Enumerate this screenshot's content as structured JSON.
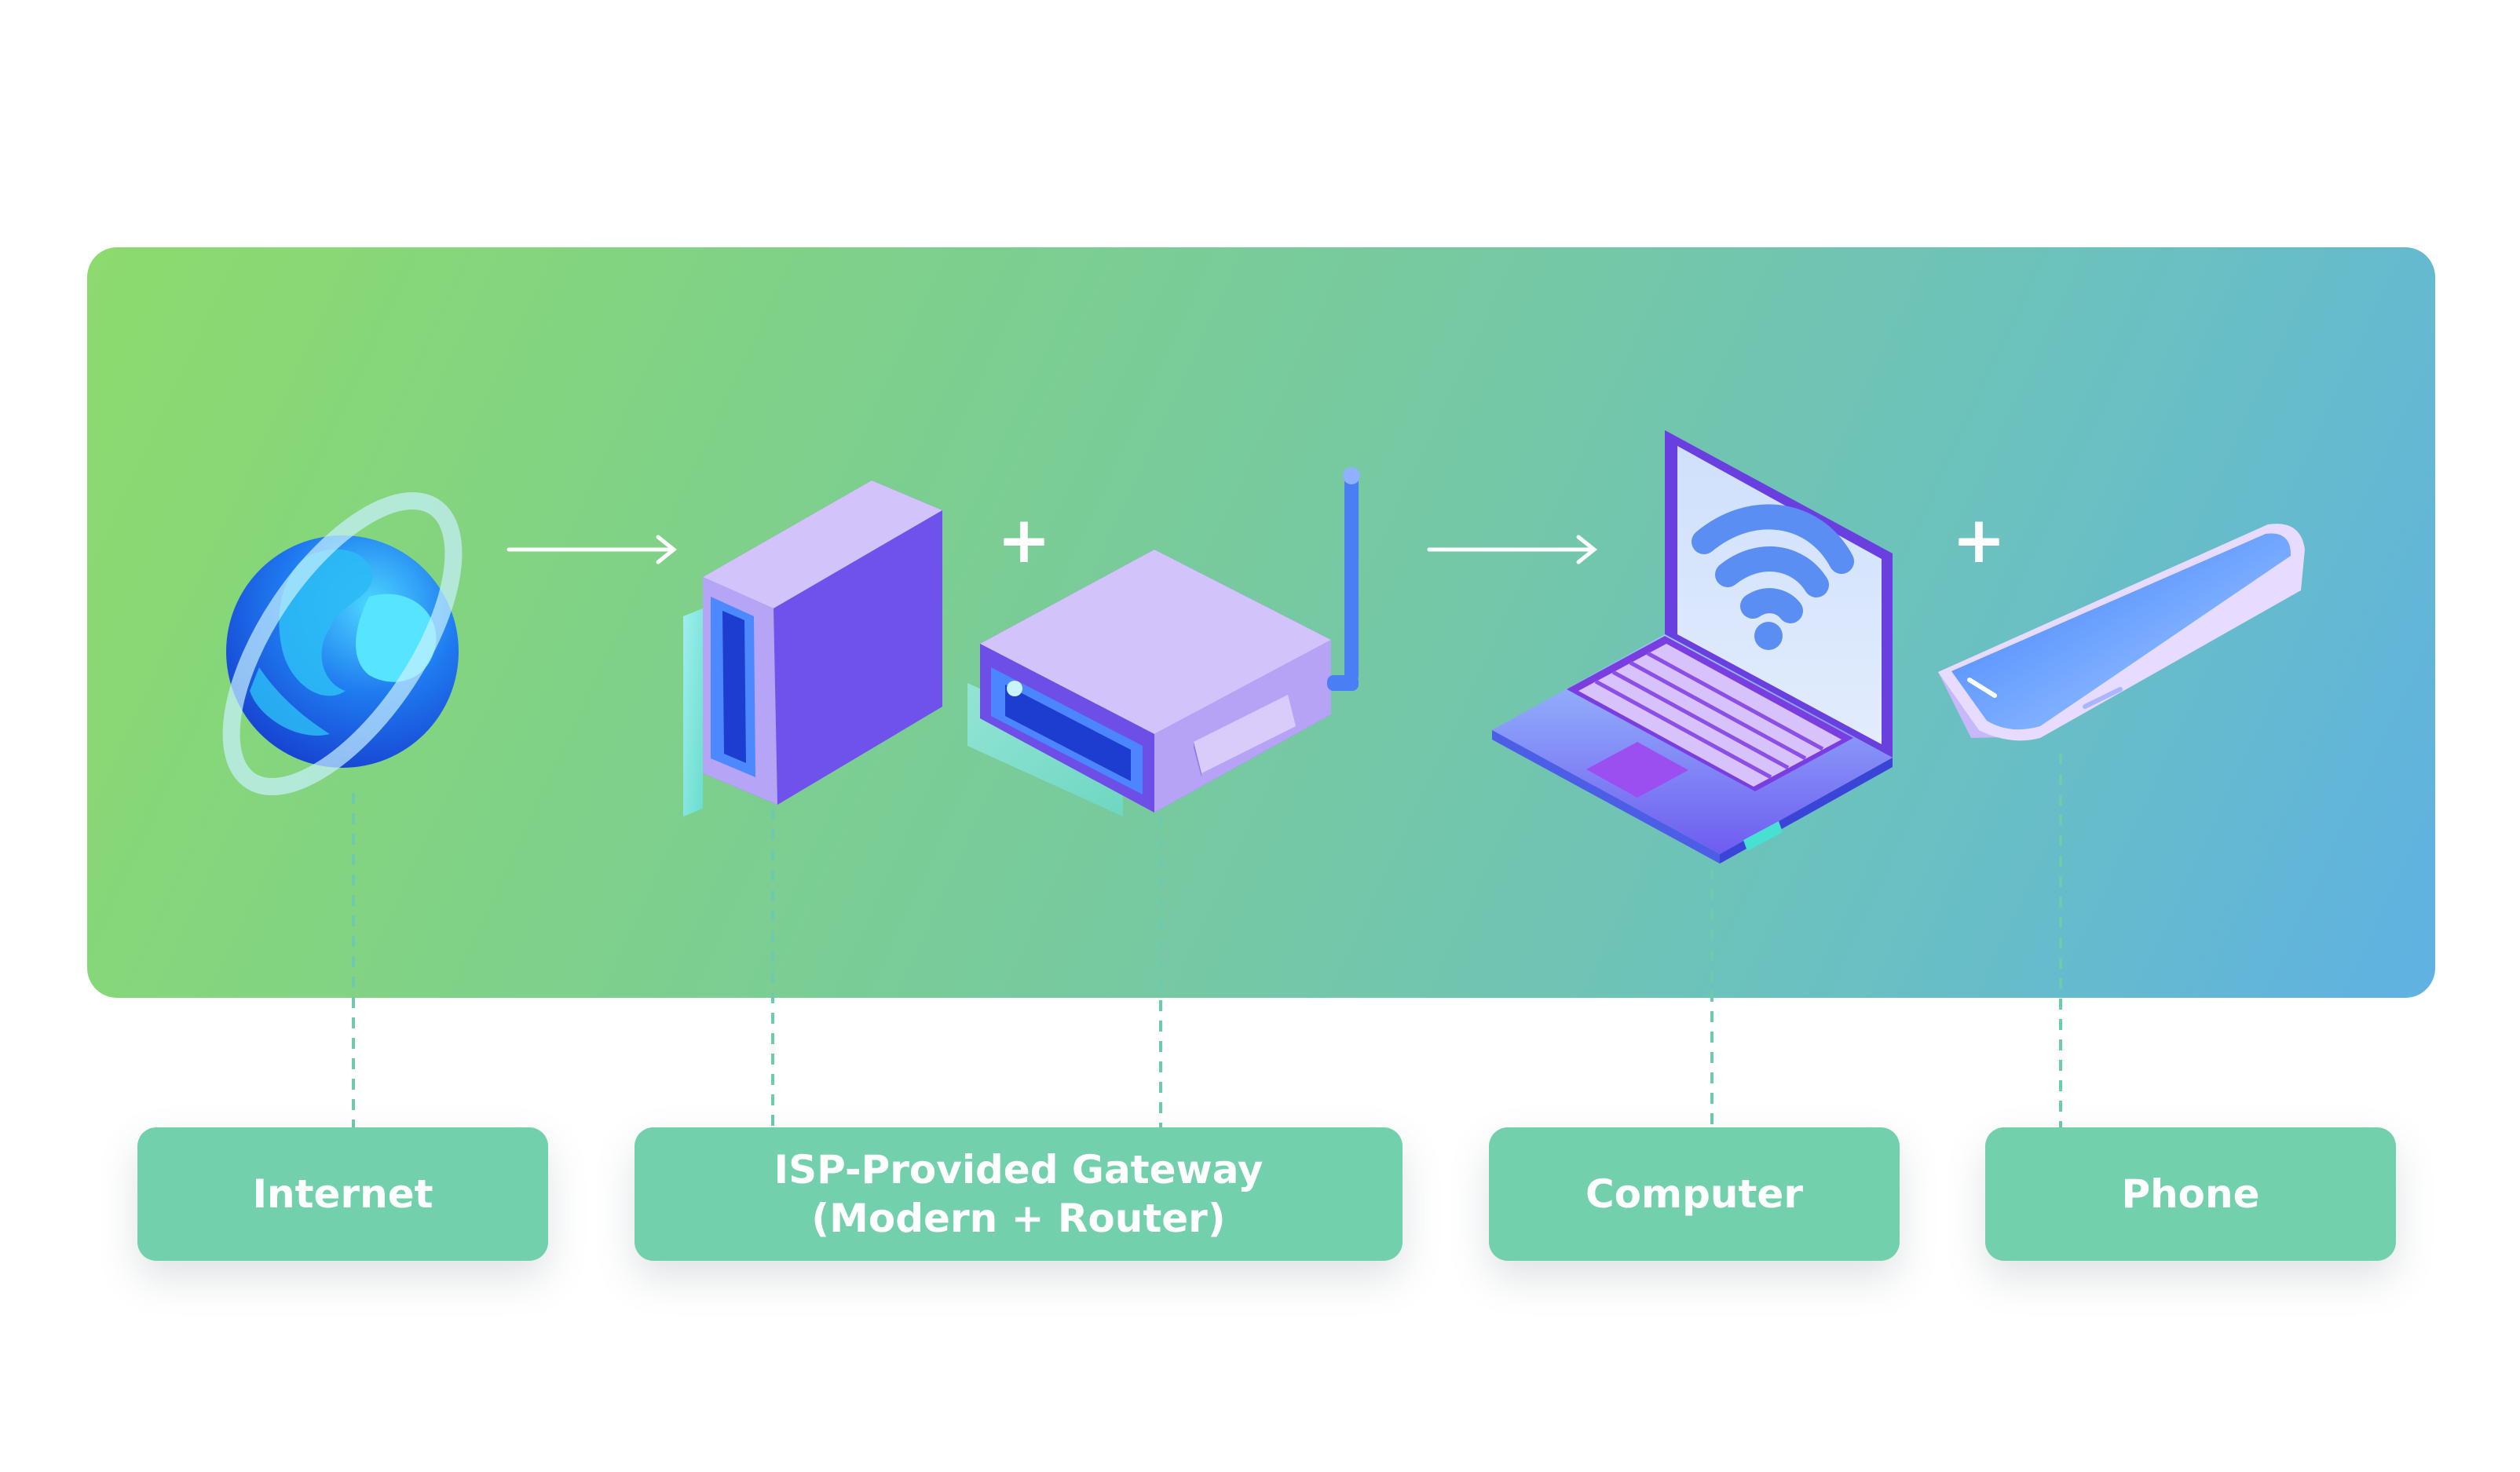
{
  "labels": {
    "internet": "Internet",
    "gateway_line1": "ISP-Provided Gateway",
    "gateway_line2": "(Modern + Router)",
    "computer": "Computer",
    "phone": "Phone"
  },
  "connectors": {
    "plus_symbol": "+"
  },
  "colors": {
    "panel_start": "#8cdb6d",
    "panel_end": "#5fb1e2",
    "label_box": "#73d0ad",
    "device_purple": "#7a5cf3",
    "device_lavender": "#d3c3fb",
    "globe_blue": "#1f6fe6"
  },
  "icons": [
    "globe-icon",
    "modem-icon",
    "router-icon",
    "laptop-icon",
    "wifi-icon",
    "smartphone-icon",
    "arrow-right-icon"
  ]
}
